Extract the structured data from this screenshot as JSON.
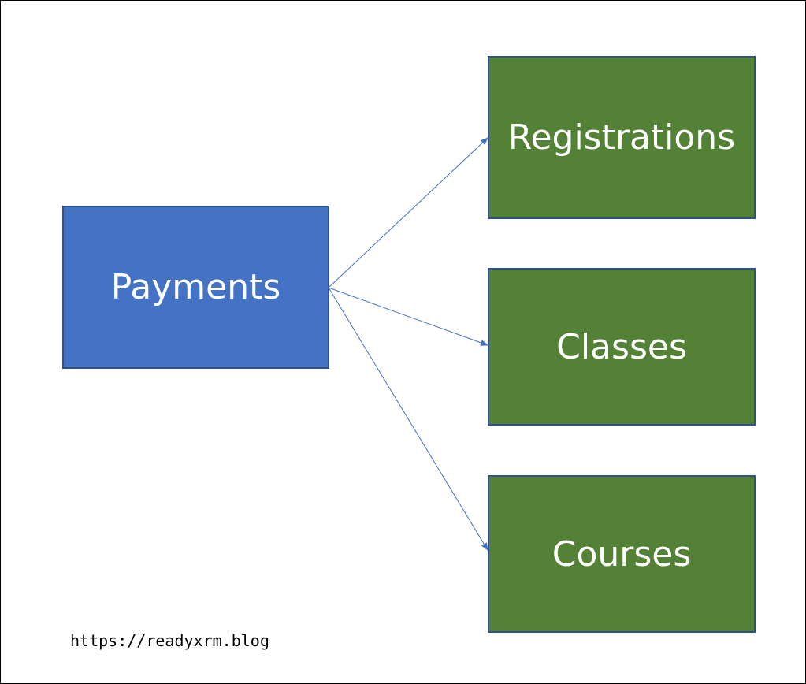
{
  "nodes": {
    "source": {
      "label": "Payments",
      "color": "#4472C4"
    },
    "targets": [
      {
        "label": "Registrations",
        "color": "#538135"
      },
      {
        "label": "Classes",
        "color": "#538135"
      },
      {
        "label": "Courses",
        "color": "#538135"
      }
    ]
  },
  "edge_color": "#4472C4",
  "footer": {
    "url": "https://readyxrm.blog"
  }
}
